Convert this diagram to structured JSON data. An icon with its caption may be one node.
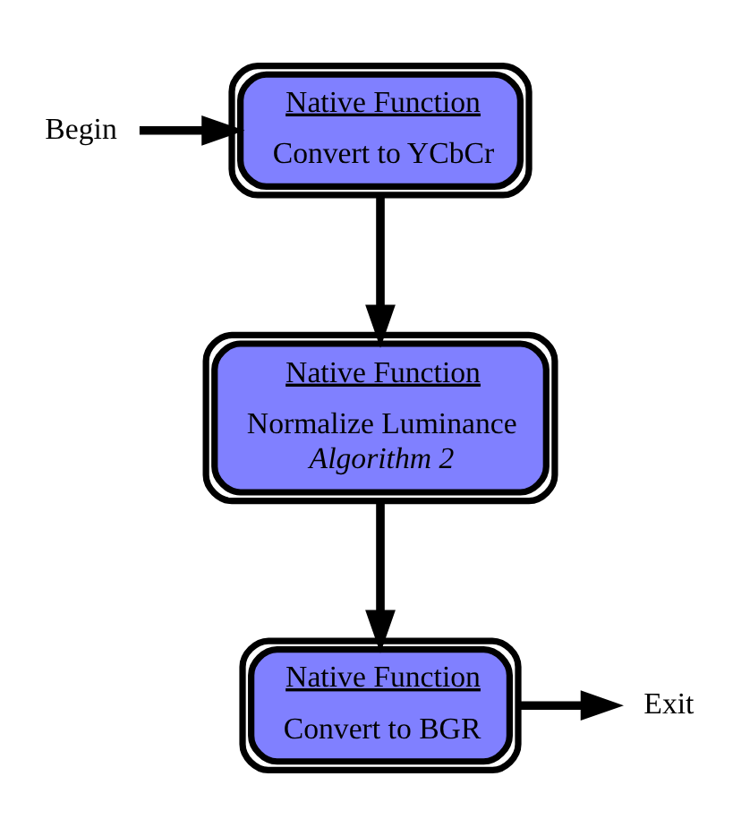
{
  "diagram": {
    "nodes": [
      {
        "text": [
          "Begin"
        ]
      },
      {
        "text": [
          "Native Function",
          "Convert to YCbCr"
        ]
      },
      {
        "text": [
          "Native Function",
          "Normalize Luminance",
          "Algorithm 2"
        ]
      },
      {
        "text": [
          "Native Function",
          "Convert to BGR"
        ]
      },
      {
        "text": [
          "Exit"
        ]
      }
    ],
    "edges": [
      {
        "from": 0,
        "to": 1,
        "arrow": "to"
      },
      {
        "from": 1,
        "to": 2,
        "arrow": "to"
      },
      {
        "from": 2,
        "to": 3,
        "arrow": "to"
      },
      {
        "from": 3,
        "to": 4,
        "arrow": "to"
      }
    ]
  }
}
